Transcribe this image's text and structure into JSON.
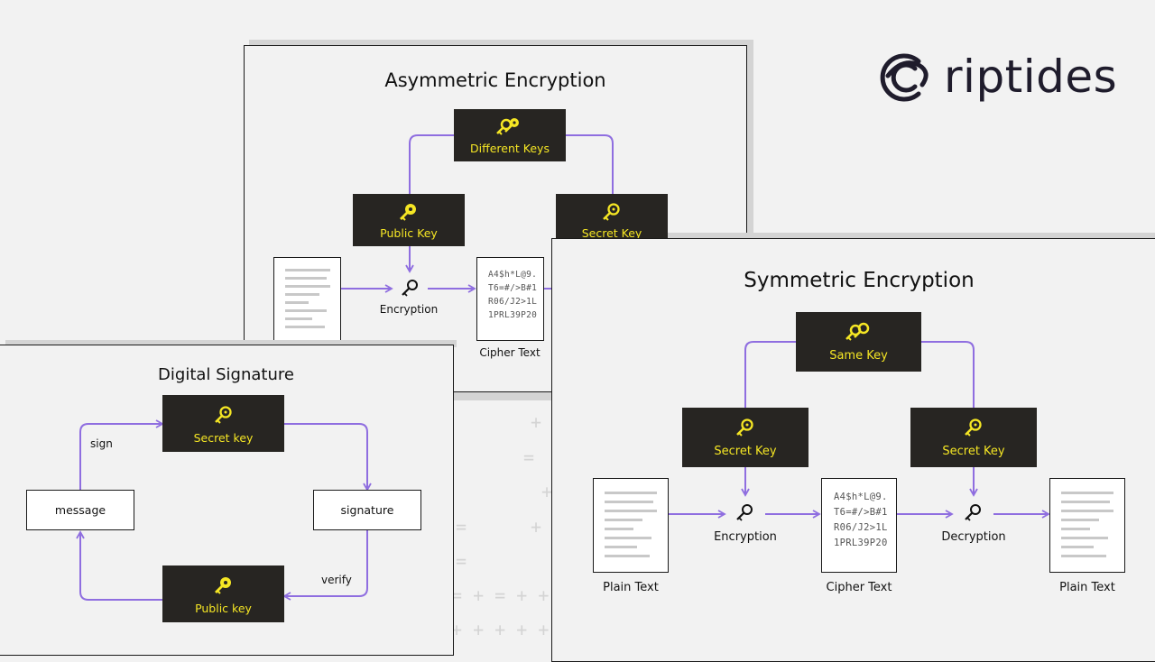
{
  "logo": {
    "wordmark": "riptides",
    "icon": "riptides-logo-icon"
  },
  "asymmetric": {
    "title": "Asymmetric Encryption",
    "different_keys": "Different Keys",
    "public_key": "Public Key",
    "secret_key": "Secret Key",
    "encryption": "Encryption",
    "cipher_label": "Cipher Text",
    "cipher_lines": [
      "A4$h*L@9.",
      "T6=#/>B#1",
      "R06/J2>1L",
      "1PRL39P20"
    ]
  },
  "symmetric": {
    "title": "Symmetric Encryption",
    "same_key": "Same Key",
    "secret_key_left": "Secret Key",
    "secret_key_right": "Secret Key",
    "encryption": "Encryption",
    "decryption": "Decryption",
    "plain_left": "Plain Text",
    "cipher_label": "Cipher Text",
    "plain_right": "Plain Text",
    "cipher_lines": [
      "A4$h*L@9.",
      "T6=#/>B#1",
      "R06/J2>1L",
      "1PRL39P20"
    ]
  },
  "signature": {
    "title": "Digital Signature",
    "secret_key": "Secret key",
    "public_key": "Public key",
    "message": "message",
    "signature": "signature",
    "sign": "sign",
    "verify": "verify"
  },
  "colors": {
    "accent": "#8f6ee0",
    "key_yellow": "#f5e624",
    "dark_box": "#272522",
    "background": "#f2f2f2"
  }
}
